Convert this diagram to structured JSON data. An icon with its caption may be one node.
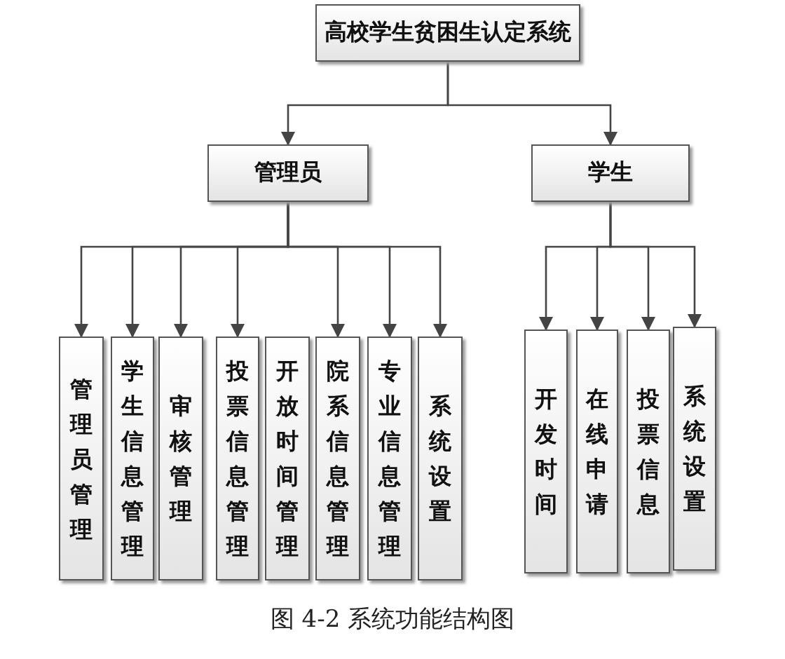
{
  "diagram": {
    "caption": "图 4-2 系统功能结构图",
    "nodes": [
      {
        "text": [
          "高校学生贫困生认定系统"
        ]
      },
      {
        "text": [
          "管理员"
        ]
      },
      {
        "text": [
          "学生"
        ]
      },
      {
        "text": [
          "管理员管理"
        ]
      },
      {
        "text": [
          "学生信息管理"
        ]
      },
      {
        "text": [
          "审核管理"
        ]
      },
      {
        "text": [
          "投票信息管理"
        ]
      },
      {
        "text": [
          "开放时间管理"
        ]
      },
      {
        "text": [
          "院系信息管理"
        ]
      },
      {
        "text": [
          "专业信息管理"
        ]
      },
      {
        "text": [
          "系统设置"
        ]
      },
      {
        "text": [
          "开发时间"
        ]
      },
      {
        "text": [
          "在线申请"
        ]
      },
      {
        "text": [
          "投票信息"
        ]
      },
      {
        "text": [
          "系统设置"
        ]
      }
    ],
    "edges": [
      {
        "from": 0,
        "to": 1,
        "arrow": "to"
      },
      {
        "from": 0,
        "to": 2,
        "arrow": "to"
      },
      {
        "from": 1,
        "to": 3,
        "arrow": "to"
      },
      {
        "from": 1,
        "to": 4,
        "arrow": "to"
      },
      {
        "from": 1,
        "to": 5,
        "arrow": "to"
      },
      {
        "from": 1,
        "to": 6,
        "arrow": "to"
      },
      {
        "from": 1,
        "to": 8,
        "arrow": "to"
      },
      {
        "from": 1,
        "to": 9,
        "arrow": "to"
      },
      {
        "from": 1,
        "to": 10,
        "arrow": "to"
      },
      {
        "from": 2,
        "to": 11,
        "arrow": "to"
      },
      {
        "from": 2,
        "to": 12,
        "arrow": "to"
      },
      {
        "from": 2,
        "to": 13,
        "arrow": "to"
      },
      {
        "from": 2,
        "to": 14,
        "arrow": "to"
      }
    ]
  }
}
